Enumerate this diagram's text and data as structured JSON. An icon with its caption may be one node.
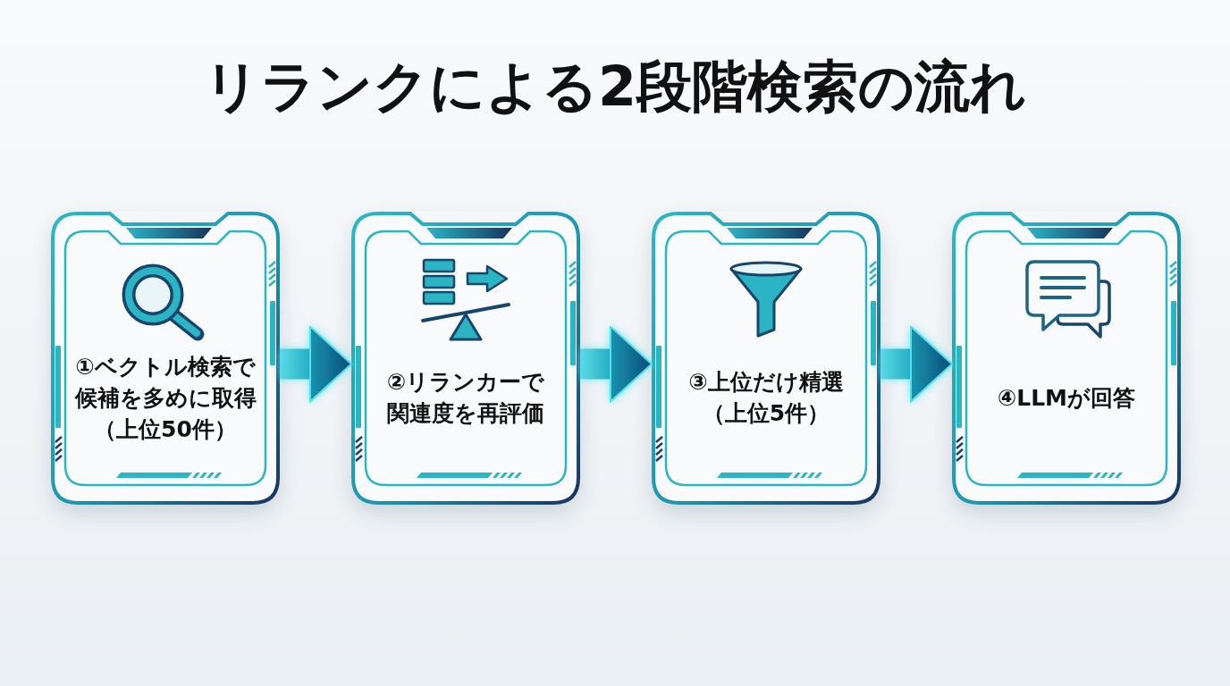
{
  "diagram": {
    "title": "リランクによる2段階検索の流れ",
    "nodes": [
      {
        "text": [
          "①ベクトル検索で候補を多めに取得（上位50件）"
        ]
      },
      {
        "text": [
          "②リランカーで関連度を再評価"
        ]
      },
      {
        "text": [
          "③上位だけ精選（上位5件）"
        ]
      },
      {
        "text": [
          "④LLMが回答"
        ]
      }
    ],
    "edges": [
      {
        "from": 0,
        "to": 1,
        "arrow": "to"
      },
      {
        "from": 1,
        "to": 2,
        "arrow": "to"
      },
      {
        "from": 2,
        "to": 3,
        "arrow": "to"
      }
    ]
  }
}
